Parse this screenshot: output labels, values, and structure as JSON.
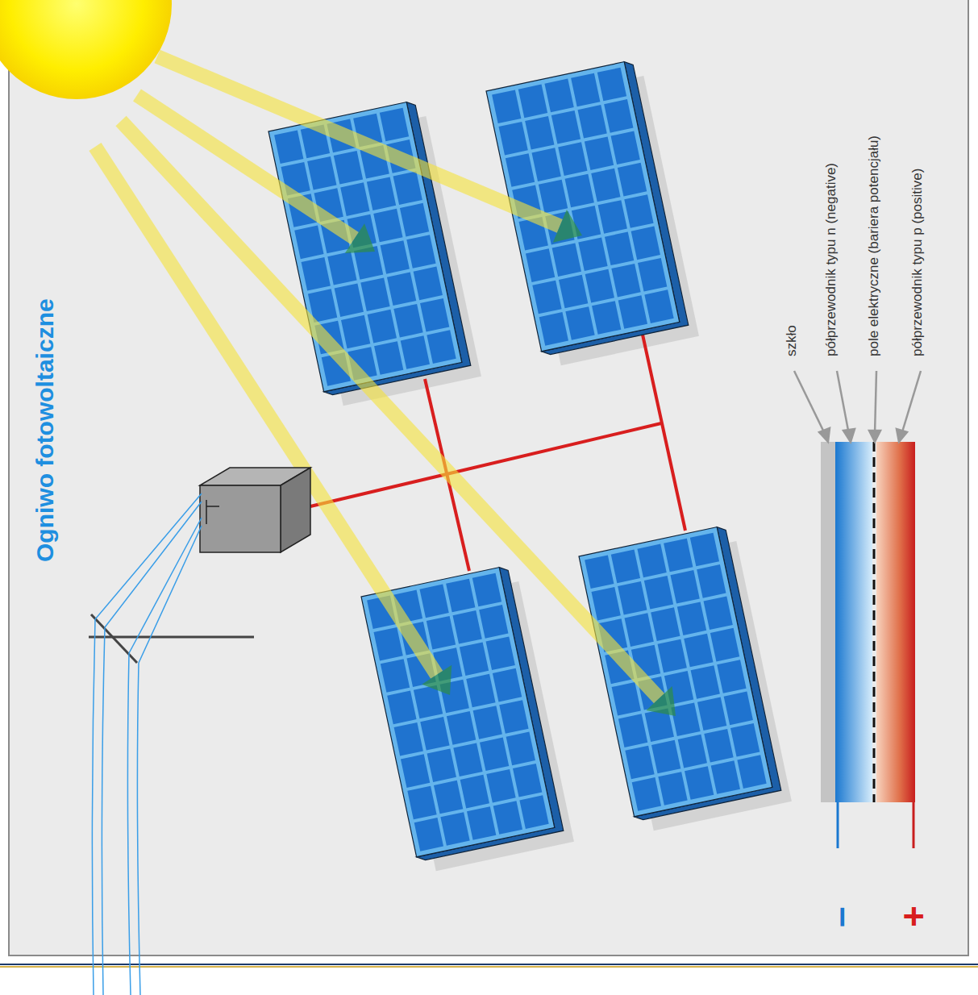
{
  "diagram": {
    "title": "Ogniwo fotowoltaiczne",
    "labels": [
      "szkło",
      "półprzewodnik typu n (negative)",
      "pole elektryczne (bariera potencjału)",
      "półprzewodnik typu p (positive)",
      "–",
      "+"
    ]
  }
}
